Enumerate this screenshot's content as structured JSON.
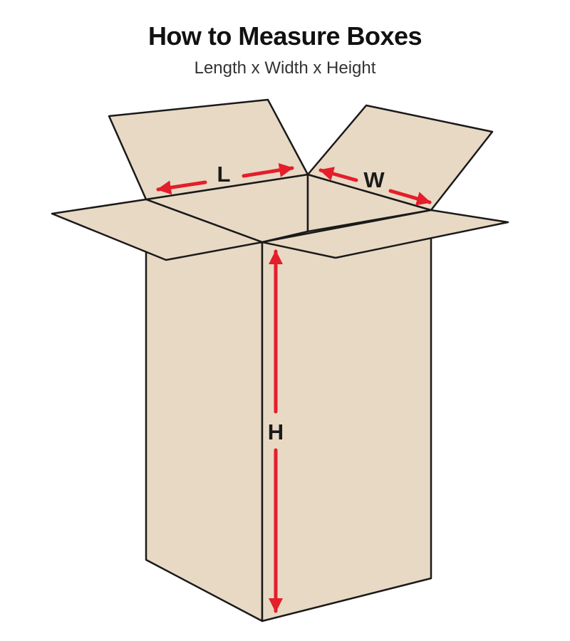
{
  "header": {
    "title": "How to Measure Boxes",
    "subtitle": "Length x Width x Height"
  },
  "dimensions": {
    "length_label": "L",
    "width_label": "W",
    "height_label": "H"
  },
  "colors": {
    "cardboard": "#e8d9c4",
    "outline": "#1a1a1a",
    "arrow": "#e41e2b"
  }
}
